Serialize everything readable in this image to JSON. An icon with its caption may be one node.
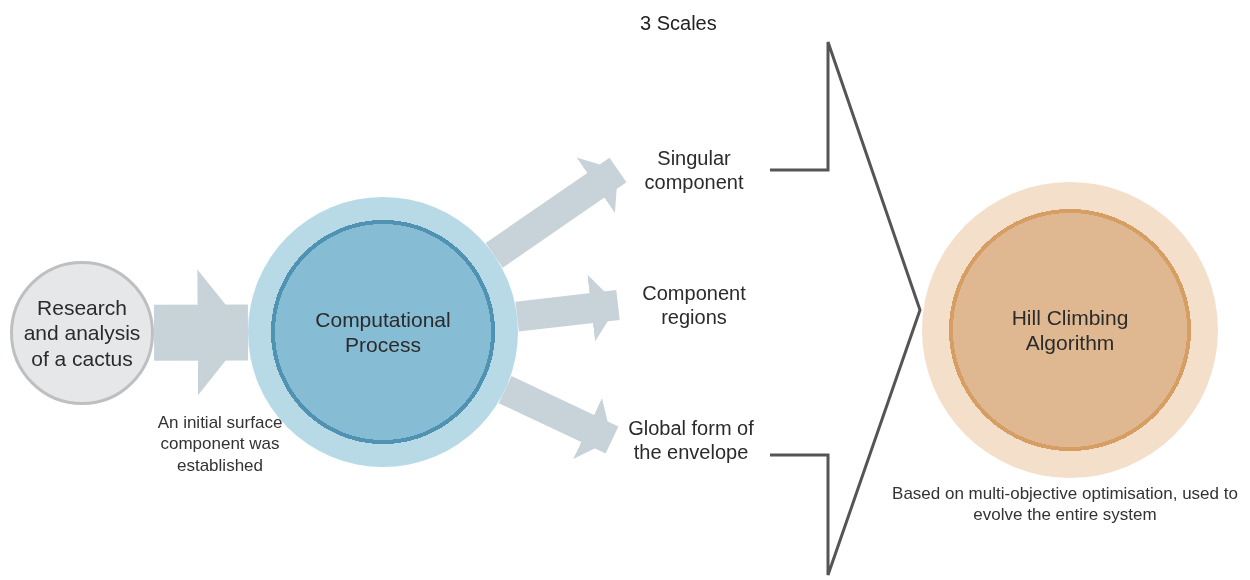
{
  "diagram": {
    "nodes": [
      {
        "text": [
          "Research and analysis of a cactus"
        ]
      },
      {
        "text": [
          "Computational Process"
        ]
      },
      {
        "text": [
          "Singular component"
        ]
      },
      {
        "text": [
          "Component regions"
        ]
      },
      {
        "text": [
          "Global form of the envelope"
        ]
      },
      {
        "text": [
          "Hill Climbing Algorithm"
        ],
        "beside": [
          "Based on multi-objective optimisation, used to evolve the entire system"
        ]
      }
    ],
    "edges": [
      {
        "from": 0,
        "to": 1,
        "arrow": "to",
        "style": "thick"
      },
      {
        "from": 1,
        "to": 2,
        "arrow": "to"
      },
      {
        "from": 1,
        "to": 3,
        "arrow": "to"
      },
      {
        "from": 1,
        "to": 4,
        "arrow": "to"
      }
    ],
    "labels": [
      "3 Scales",
      "An initial surface component was established"
    ]
  }
}
